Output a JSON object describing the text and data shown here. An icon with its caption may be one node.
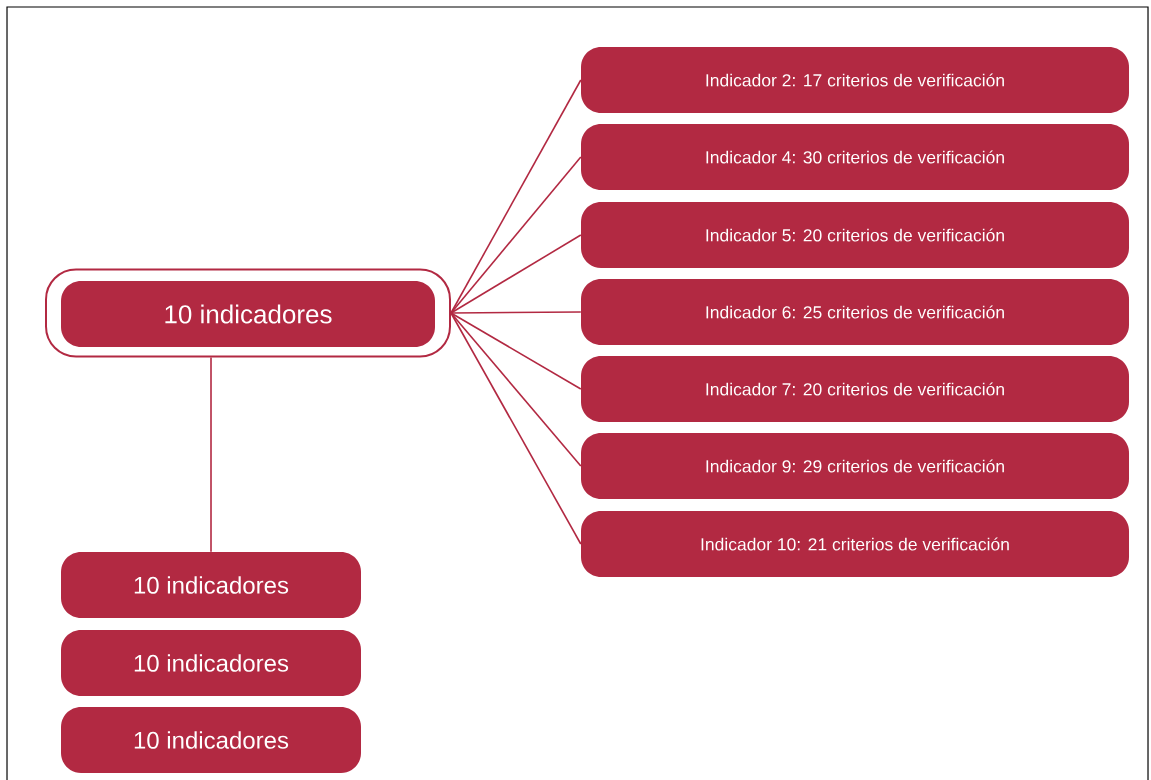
{
  "diagram": {
    "nodes": [
      {
        "text": [],
        "shape": "box"
      },
      {
        "text": [
          "10 indicadores"
        ],
        "in": 0
      },
      {
        "text": [
          "Indicador 2: 17 criterios de verificación"
        ]
      },
      {
        "text": [
          "Indicador 4: 30 criterios de verificación"
        ]
      },
      {
        "text": [
          "Indicador 5: 20 criterios de verificación"
        ]
      },
      {
        "text": [
          "Indicador 6: 25 criterios de verificación"
        ]
      },
      {
        "text": [
          "Indicador 7: 20 criterios de verificación"
        ]
      },
      {
        "text": [
          "Indicador 9: 29 criterios de verificación"
        ]
      },
      {
        "text": [
          "Indicador 10: 21 criterios de verificación"
        ]
      },
      {
        "text": [
          "10 indicadores"
        ]
      },
      {
        "text": [
          "10 indicadores"
        ]
      },
      {
        "text": [
          "10 indicadores"
        ]
      }
    ],
    "edges": [
      {
        "from": 0,
        "to": 2,
        "arrow": "none"
      },
      {
        "from": 0,
        "to": 3,
        "arrow": "none"
      },
      {
        "from": 0,
        "to": 4,
        "arrow": "none"
      },
      {
        "from": 0,
        "to": 5,
        "arrow": "none"
      },
      {
        "from": 0,
        "to": 6,
        "arrow": "none"
      },
      {
        "from": 0,
        "to": 7,
        "arrow": "none"
      },
      {
        "from": 0,
        "to": 8,
        "arrow": "none"
      },
      {
        "from": 0,
        "to": 9,
        "arrow": "none"
      }
    ]
  }
}
